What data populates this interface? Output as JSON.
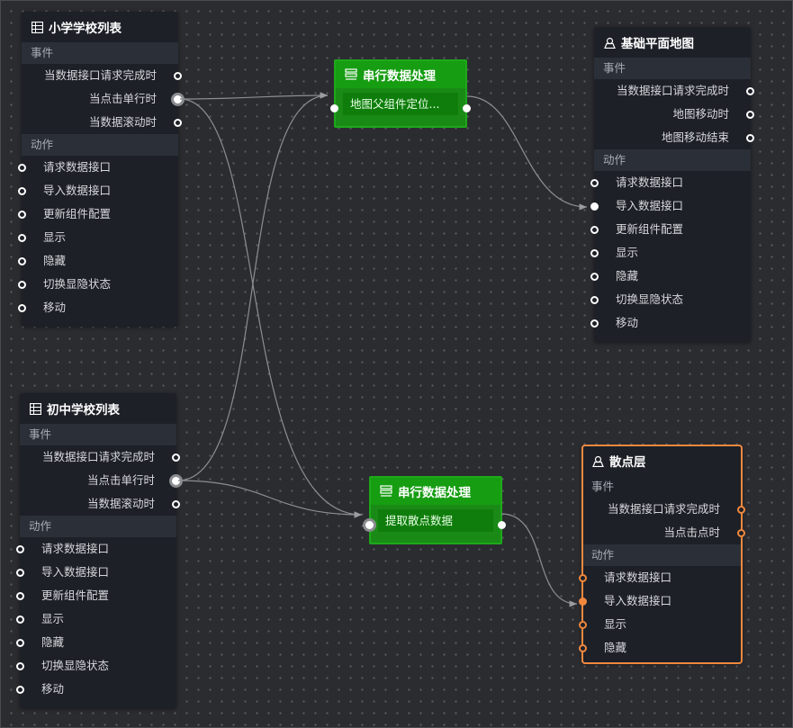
{
  "labels": {
    "events": "事件",
    "actions": "动作"
  },
  "nodes": {
    "primary_list": {
      "title": "小学学校列表",
      "icon": "table-icon",
      "events": [
        "当数据接口请求完成时",
        "当点击单行时",
        "当数据滚动时"
      ],
      "actions": [
        "请求数据接口",
        "导入数据接口",
        "更新组件配置",
        "显示",
        "隐藏",
        "切换显隐状态",
        "移动"
      ]
    },
    "middle_list": {
      "title": "初中学校列表",
      "icon": "table-icon",
      "events": [
        "当数据接口请求完成时",
        "当点击单行时",
        "当数据滚动时"
      ],
      "actions": [
        "请求数据接口",
        "导入数据接口",
        "更新组件配置",
        "显示",
        "隐藏",
        "切换显隐状态",
        "移动"
      ]
    },
    "base_map": {
      "title": "基础平面地图",
      "icon": "map-icon",
      "events": [
        "当数据接口请求完成时",
        "地图移动时",
        "地图移动结束"
      ],
      "actions": [
        "请求数据接口",
        "导入数据接口",
        "更新组件配置",
        "显示",
        "隐藏",
        "切换显隐状态",
        "移动"
      ]
    },
    "scatter_layer": {
      "title": "散点层",
      "icon": "map-icon",
      "events": [
        "当数据接口请求完成时",
        "当点击点时"
      ],
      "actions": [
        "请求数据接口",
        "导入数据接口",
        "显示",
        "隐藏"
      ]
    },
    "serial_top": {
      "title": "串行数据处理",
      "icon": "process-icon",
      "label": "地图父组件定位..."
    },
    "serial_bottom": {
      "title": "串行数据处理",
      "icon": "process-icon",
      "label": "提取散点数据"
    }
  },
  "colors": {
    "canvas_bg": "#2b2c30",
    "node_bg": "#1d2027",
    "section_bg": "#2b2f37",
    "process_green": "#169d12",
    "selected_orange": "#f0883e",
    "edge": "#8c8e92"
  }
}
